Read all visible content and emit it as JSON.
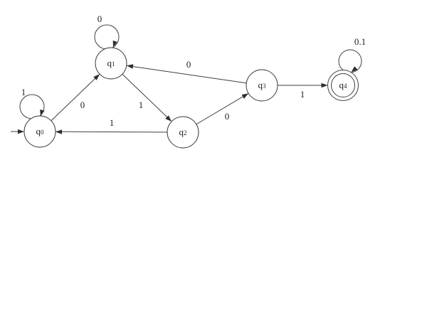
{
  "diagram": {
    "type": "finite-state-automaton",
    "background_color": "#ffffff",
    "stroke_color": "#3f3f3f",
    "text_color": "#222222",
    "states": [
      {
        "id": "q0",
        "base": "q",
        "sub": "0",
        "initial": true,
        "accepting": false
      },
      {
        "id": "q1",
        "base": "q",
        "sub": "1",
        "initial": false,
        "accepting": false
      },
      {
        "id": "q2",
        "base": "q",
        "sub": "2",
        "initial": false,
        "accepting": false
      },
      {
        "id": "q3",
        "base": "q",
        "sub": "3",
        "initial": false,
        "accepting": false
      },
      {
        "id": "q4",
        "base": "q",
        "sub": "4",
        "initial": false,
        "accepting": true
      }
    ],
    "transitions": [
      {
        "from": "q0",
        "to": "q0",
        "label": "1",
        "type": "self-loop"
      },
      {
        "from": "q0",
        "to": "q1",
        "label": "0",
        "type": "edge"
      },
      {
        "from": "q1",
        "to": "q1",
        "label": "0",
        "type": "self-loop"
      },
      {
        "from": "q1",
        "to": "q2",
        "label": "1",
        "type": "edge"
      },
      {
        "from": "q2",
        "to": "q0",
        "label": "1",
        "type": "edge"
      },
      {
        "from": "q2",
        "to": "q3",
        "label": "0",
        "type": "edge"
      },
      {
        "from": "q3",
        "to": "q1",
        "label": "0",
        "type": "edge"
      },
      {
        "from": "q3",
        "to": "q4",
        "label": "1",
        "type": "edge"
      },
      {
        "from": "q4",
        "to": "q4",
        "label": "0.1",
        "type": "self-loop"
      }
    ]
  }
}
